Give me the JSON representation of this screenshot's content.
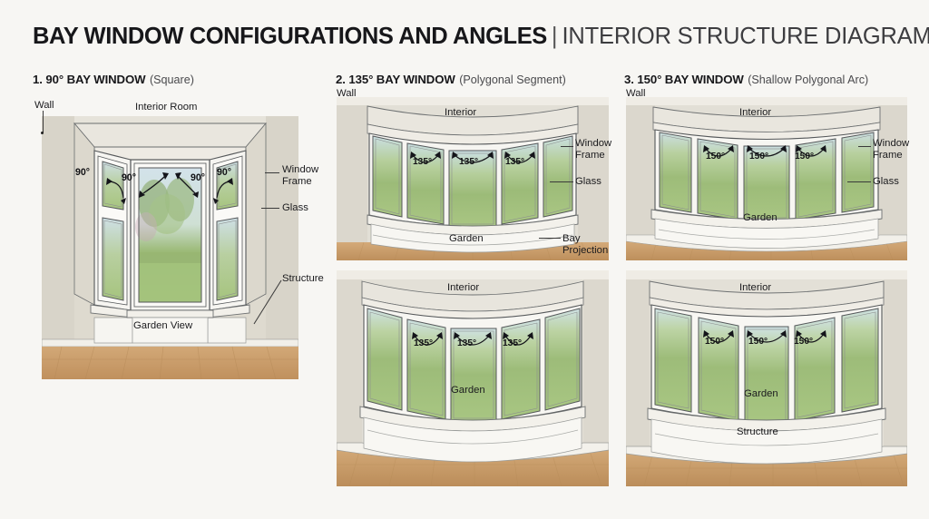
{
  "title": {
    "strong": "BAY WINDOW CONFIGURATIONS AND ANGLES",
    "separator": "|",
    "light": "INTERIOR STRUCTURE DIAGRAM"
  },
  "panels": [
    {
      "id": "panel-90",
      "heading_strong": "1. 90° BAY WINDOW",
      "heading_light": "(Square)",
      "angle_label": "90°",
      "angle_count": 4,
      "labels": {
        "wall": "Wall",
        "interior": "Interior Room",
        "window_frame": "Window\nFrame",
        "window_frame_line1": "Window",
        "window_frame_line2": "Frame",
        "glass": "Glass",
        "structure": "Structure",
        "view": "Garden View"
      }
    },
    {
      "id": "panel-135",
      "heading_strong": "2. 135° BAY WINDOW",
      "heading_light": "(Polygonal Segment)",
      "angle_label": "135°",
      "angle_count": 3,
      "labels": {
        "wall": "Wall",
        "interior": "Interior",
        "window_frame_line1": "Window",
        "window_frame_line2": "Frame",
        "glass": "Glass",
        "bay_projection_line1": "Bay",
        "bay_projection_line2": "Projection",
        "garden": "Garden"
      },
      "lower": {
        "interior": "Interior",
        "angle_label": "135°",
        "garden": "Garden"
      }
    },
    {
      "id": "panel-150",
      "heading_strong": "3. 150° BAY WINDOW",
      "heading_light": "(Shallow Polygonal Arc)",
      "angle_label": "150°",
      "angle_count": 3,
      "labels": {
        "wall": "Wall",
        "interior": "Interior",
        "window_frame_line1": "Window",
        "window_frame_line2": "Frame",
        "glass": "Glass",
        "garden": "Garden"
      },
      "lower": {
        "interior": "Interior",
        "angle_label": "150°",
        "garden": "Garden",
        "structure": "Structure"
      }
    }
  ],
  "colors": {
    "background": "#f7f6f3",
    "wall": "#dcd8cf",
    "wall_shadow": "#cfcabf",
    "frame_white": "#f4f3ef",
    "frame_line": "#55585a",
    "floor": "#c99f6e",
    "floor_dark": "#b98c59",
    "sky": "#d8e4ea",
    "foliage": "#8fae72",
    "grass": "#9dbd74",
    "text": "#1b1b1e"
  }
}
